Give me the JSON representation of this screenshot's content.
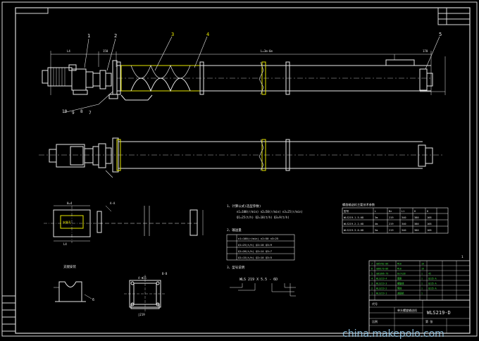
{
  "drawing": {
    "title_block": {
      "drawing_number": "WLS219-D",
      "code_label": "代号",
      "name_line": "单头螺旋输送机",
      "scale_label": "比例",
      "sheet_label": "第 张"
    },
    "view_label_a": "支腿安装",
    "view_label_b": "A-A",
    "table_title": "螺旋输送机主要技术参数",
    "formula_title_1": "1、计算公式(选型参数)",
    "formula_title_2": "2、输送量",
    "formula_title_3": "3、型号说明",
    "model_code": "WLS 219 X 5.5 - 6D",
    "watermark": "china.makepolo.com",
    "balloons": [
      "1",
      "2",
      "3",
      "4",
      "5"
    ],
    "balloons_bottom": [
      "10",
      "9",
      "8",
      "7"
    ],
    "params_header": [
      "型号",
      "L",
      "Bz",
      "L1",
      "H",
      "D"
    ],
    "params_rows": [
      [
        "WLS219-1.5-6D",
        "3m",
        "219",
        "340",
        "380",
        "168"
      ],
      [
        "WLS219-2.2-6D",
        "4m",
        "219",
        "340",
        "380",
        "168"
      ],
      [
        "WLS219-3.0-6D",
        "5m",
        "219",
        "340",
        "380",
        "168"
      ]
    ]
  }
}
